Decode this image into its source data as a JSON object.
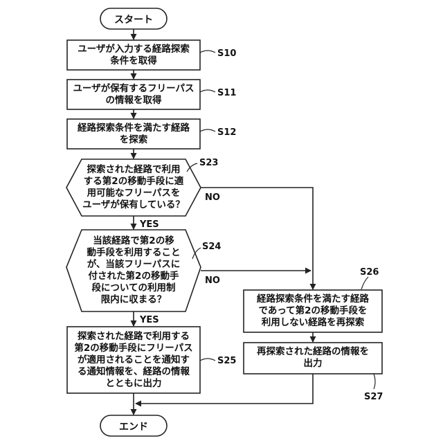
{
  "start": "スタート",
  "end": "エンド",
  "steps": {
    "s10": {
      "text": "ユーザが入力する経路探索\n条件を取得",
      "label": "S10"
    },
    "s11": {
      "text": "ユーザが保有するフリーパス\nの情報を取得",
      "label": "S11"
    },
    "s12": {
      "text": "経路探索条件を満たす経路\nを探索",
      "label": "S12"
    },
    "s23": {
      "text": "探索された経路で利用\nする第2の移動手段に適\n用可能なフリーパスを\nユーザが保有している？",
      "label": "S23"
    },
    "s24": {
      "text": "当該経路で第2の移\n動手段を利用すること\nが、当該フリーパスに\n付された第2の移動手\n段についての利用制\n限内に収まる？",
      "label": "S24"
    },
    "s25": {
      "text": "探索された経路で利用する\n第2の移動手段にフリーパス\nが適用されることを通知す\nる通知情報を、経路の情報\nとともに出力",
      "label": "S25"
    },
    "s26": {
      "text": "経路探索条件を満たす経路\nであって第2の移動手段を\n利用しない経路を再探索",
      "label": "S26"
    },
    "s27": {
      "text": "再探索された経路の情報を\n出力",
      "label": "S27"
    }
  },
  "branches": {
    "yes": "YES",
    "no": "NO"
  }
}
